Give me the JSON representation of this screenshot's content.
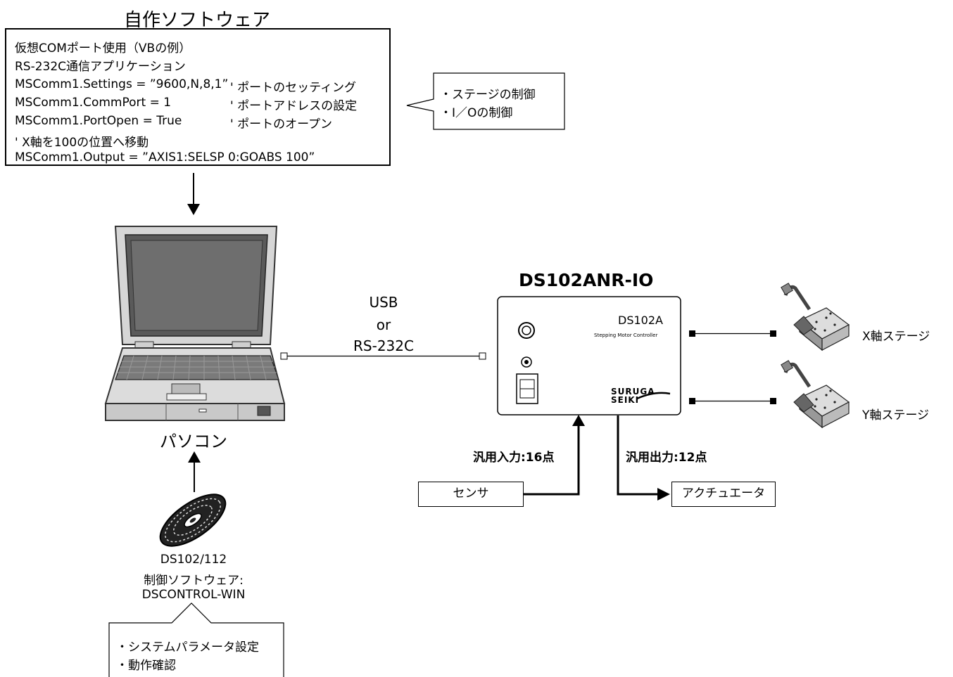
{
  "software_title": "自作ソフトウェア",
  "code_box": {
    "line1": "仮想COMポート使用（VBの例）",
    "line2": "RS-232C通信アプリケーション",
    "line3_code": "MSComm1.Settings = ”9600,N,8,1”",
    "line3_comment": "' ポートのセッティング",
    "line4_code": "MSComm1.CommPort = 1",
    "line4_comment": "' ポートアドレスの設定",
    "line5_code": "MSComm1.PortOpen = True",
    "line5_comment": "' ポートのオープン",
    "line6": "' X軸を100の位置へ移動",
    "line7": "MSComm1.Output = ”AXIS1:SELSP 0:GOABS 100”"
  },
  "callout_right": {
    "line1": "・ステージの制御",
    "line2": "・I／Oの制御"
  },
  "pc_label": "パソコン",
  "connection": {
    "line1": "USB",
    "line2": "or",
    "line3": "RS-232C"
  },
  "controller": {
    "title": "DS102ANR-IO",
    "model": "DS102A",
    "subtitle": "Stepping Motor Controller",
    "brand1": "SURUGA",
    "brand2": "SEIKI"
  },
  "stages": {
    "x_label": "X軸ステージ",
    "y_label": "Y軸ステージ"
  },
  "io": {
    "input_label": "汎用入力:16点",
    "output_label": "汎用出力:12点",
    "sensor": "センサ",
    "actuator": "アクチュエータ"
  },
  "cd": {
    "line1": "DS102/112",
    "line2": "制御ソフトウェア:",
    "line3": "DSCONTROL-WIN"
  },
  "callout_bottom": {
    "line1": "・システムパラメータ設定",
    "line2": "・動作確認"
  }
}
